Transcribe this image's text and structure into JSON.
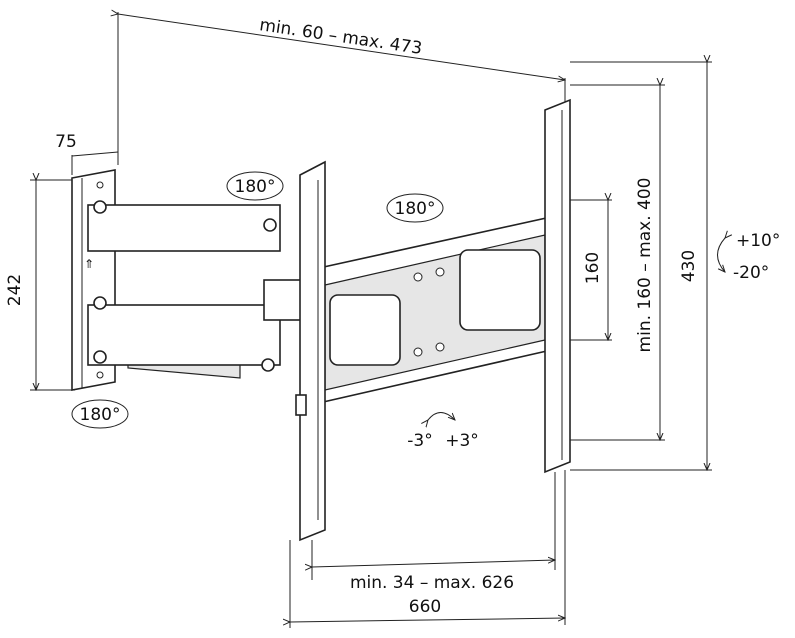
{
  "dimensions": {
    "arm_extension": "min. 60 – max. 473",
    "wall_plate_depth": "75",
    "wall_plate_height": "242",
    "vesa_vertical_small": "160",
    "vesa_vertical_range": "min. 160 – max. 400",
    "tv_plate_height": "430",
    "vesa_horizontal_range": "min. 34 – max. 626",
    "tv_plate_width": "660"
  },
  "rotations": {
    "wall_swivel": "180°",
    "arm_swivel": "180°",
    "tv_swivel": "180°",
    "rotation_left": "-3°",
    "rotation_right": "+3°",
    "tilt_up": "+10°",
    "tilt_down": "-20°"
  }
}
